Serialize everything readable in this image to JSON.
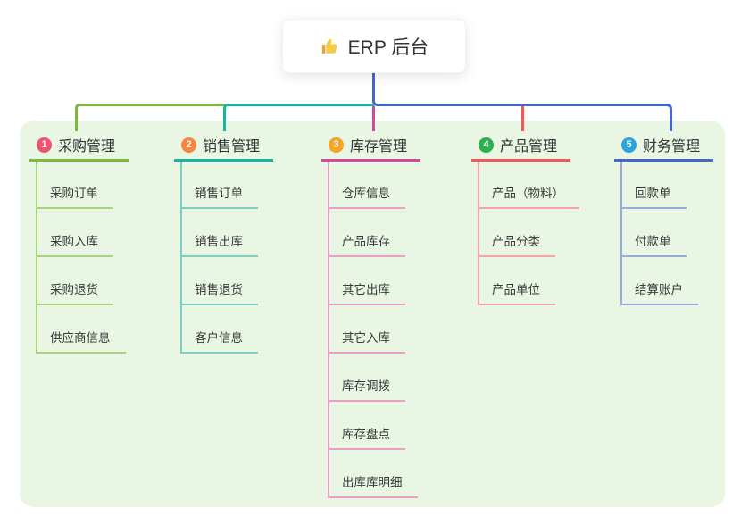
{
  "root": {
    "icon": "thumbs-up",
    "title": "ERP 后台",
    "connector_color": "#4467cc"
  },
  "panel": {
    "background": "#e9f6e4"
  },
  "branches": [
    {
      "badge": "1",
      "badge_color": "#f0536e",
      "line_color": "#7cb93e",
      "light_color": "#a8d37e",
      "title": "采购管理",
      "items": [
        "采购订单",
        "采购入库",
        "采购退货",
        "供应商信息"
      ]
    },
    {
      "badge": "2",
      "badge_color": "#f8863c",
      "line_color": "#17b3a6",
      "light_color": "#7bcfc5",
      "title": "销售管理",
      "items": [
        "销售订单",
        "销售出库",
        "销售退货",
        "客户信息"
      ]
    },
    {
      "badge": "3",
      "badge_color": "#f9a41f",
      "line_color": "#d6479b",
      "light_color": "#ee9cc8",
      "title": "库存管理",
      "items": [
        "仓库信息",
        "产品库存",
        "其它出库",
        "其它入库",
        "库存调拨",
        "库存盘点",
        "出库库明细"
      ]
    },
    {
      "badge": "4",
      "badge_color": "#2ab14d",
      "line_color": "#f25858",
      "light_color": "#f8a3a3",
      "title": "产品管理",
      "items": [
        "产品（物料）",
        "产品分类",
        "产品单位"
      ]
    },
    {
      "badge": "5",
      "badge_color": "#29a4e0",
      "line_color": "#4467cc",
      "light_color": "#97abdf",
      "title": "财务管理",
      "items": [
        "回款单",
        "付款单",
        "结算账户"
      ]
    }
  ]
}
